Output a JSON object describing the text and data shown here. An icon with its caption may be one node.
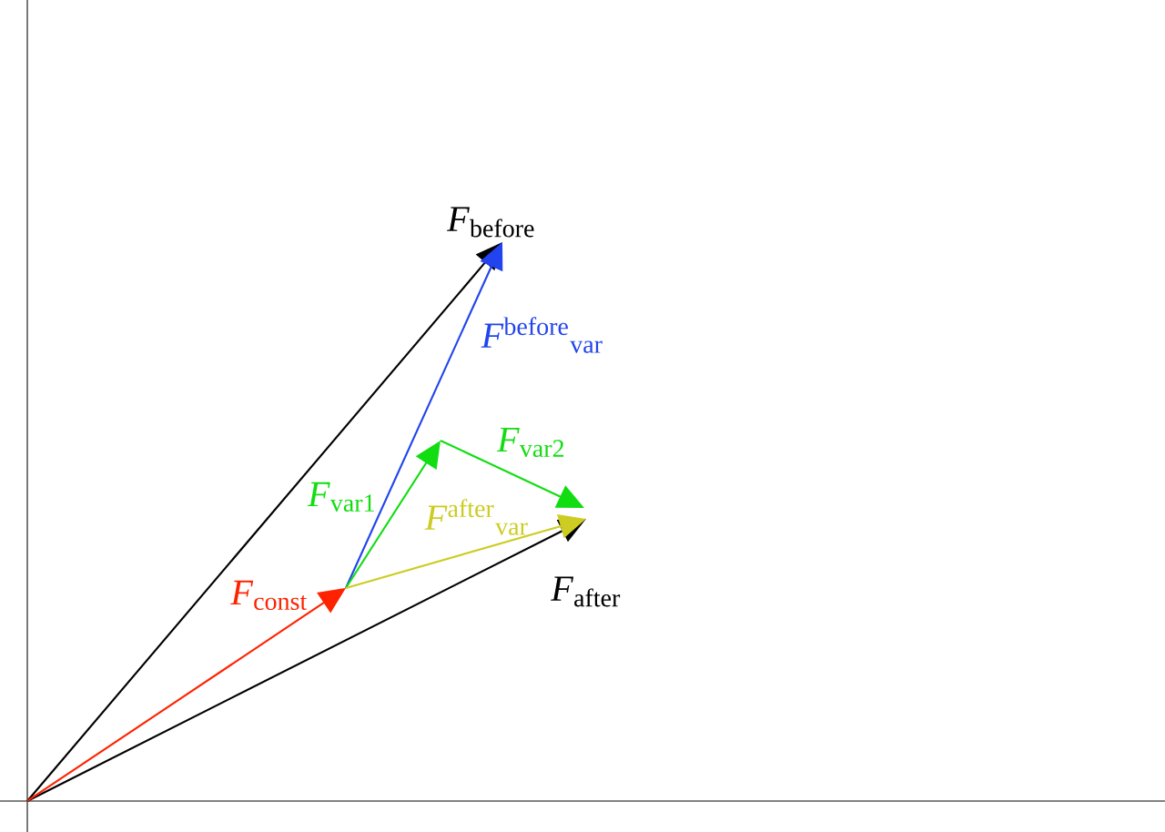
{
  "diagram": {
    "labels": [
      "*F*$_{before}$",
      "*F*$^{before}$$_{var}$",
      "*F*$_{var2}$",
      "*F*$_{var1}$",
      "*F*$^{after}$$_{var}$",
      "*F*$_{const}$",
      "*F*$_{after}$"
    ]
  }
}
